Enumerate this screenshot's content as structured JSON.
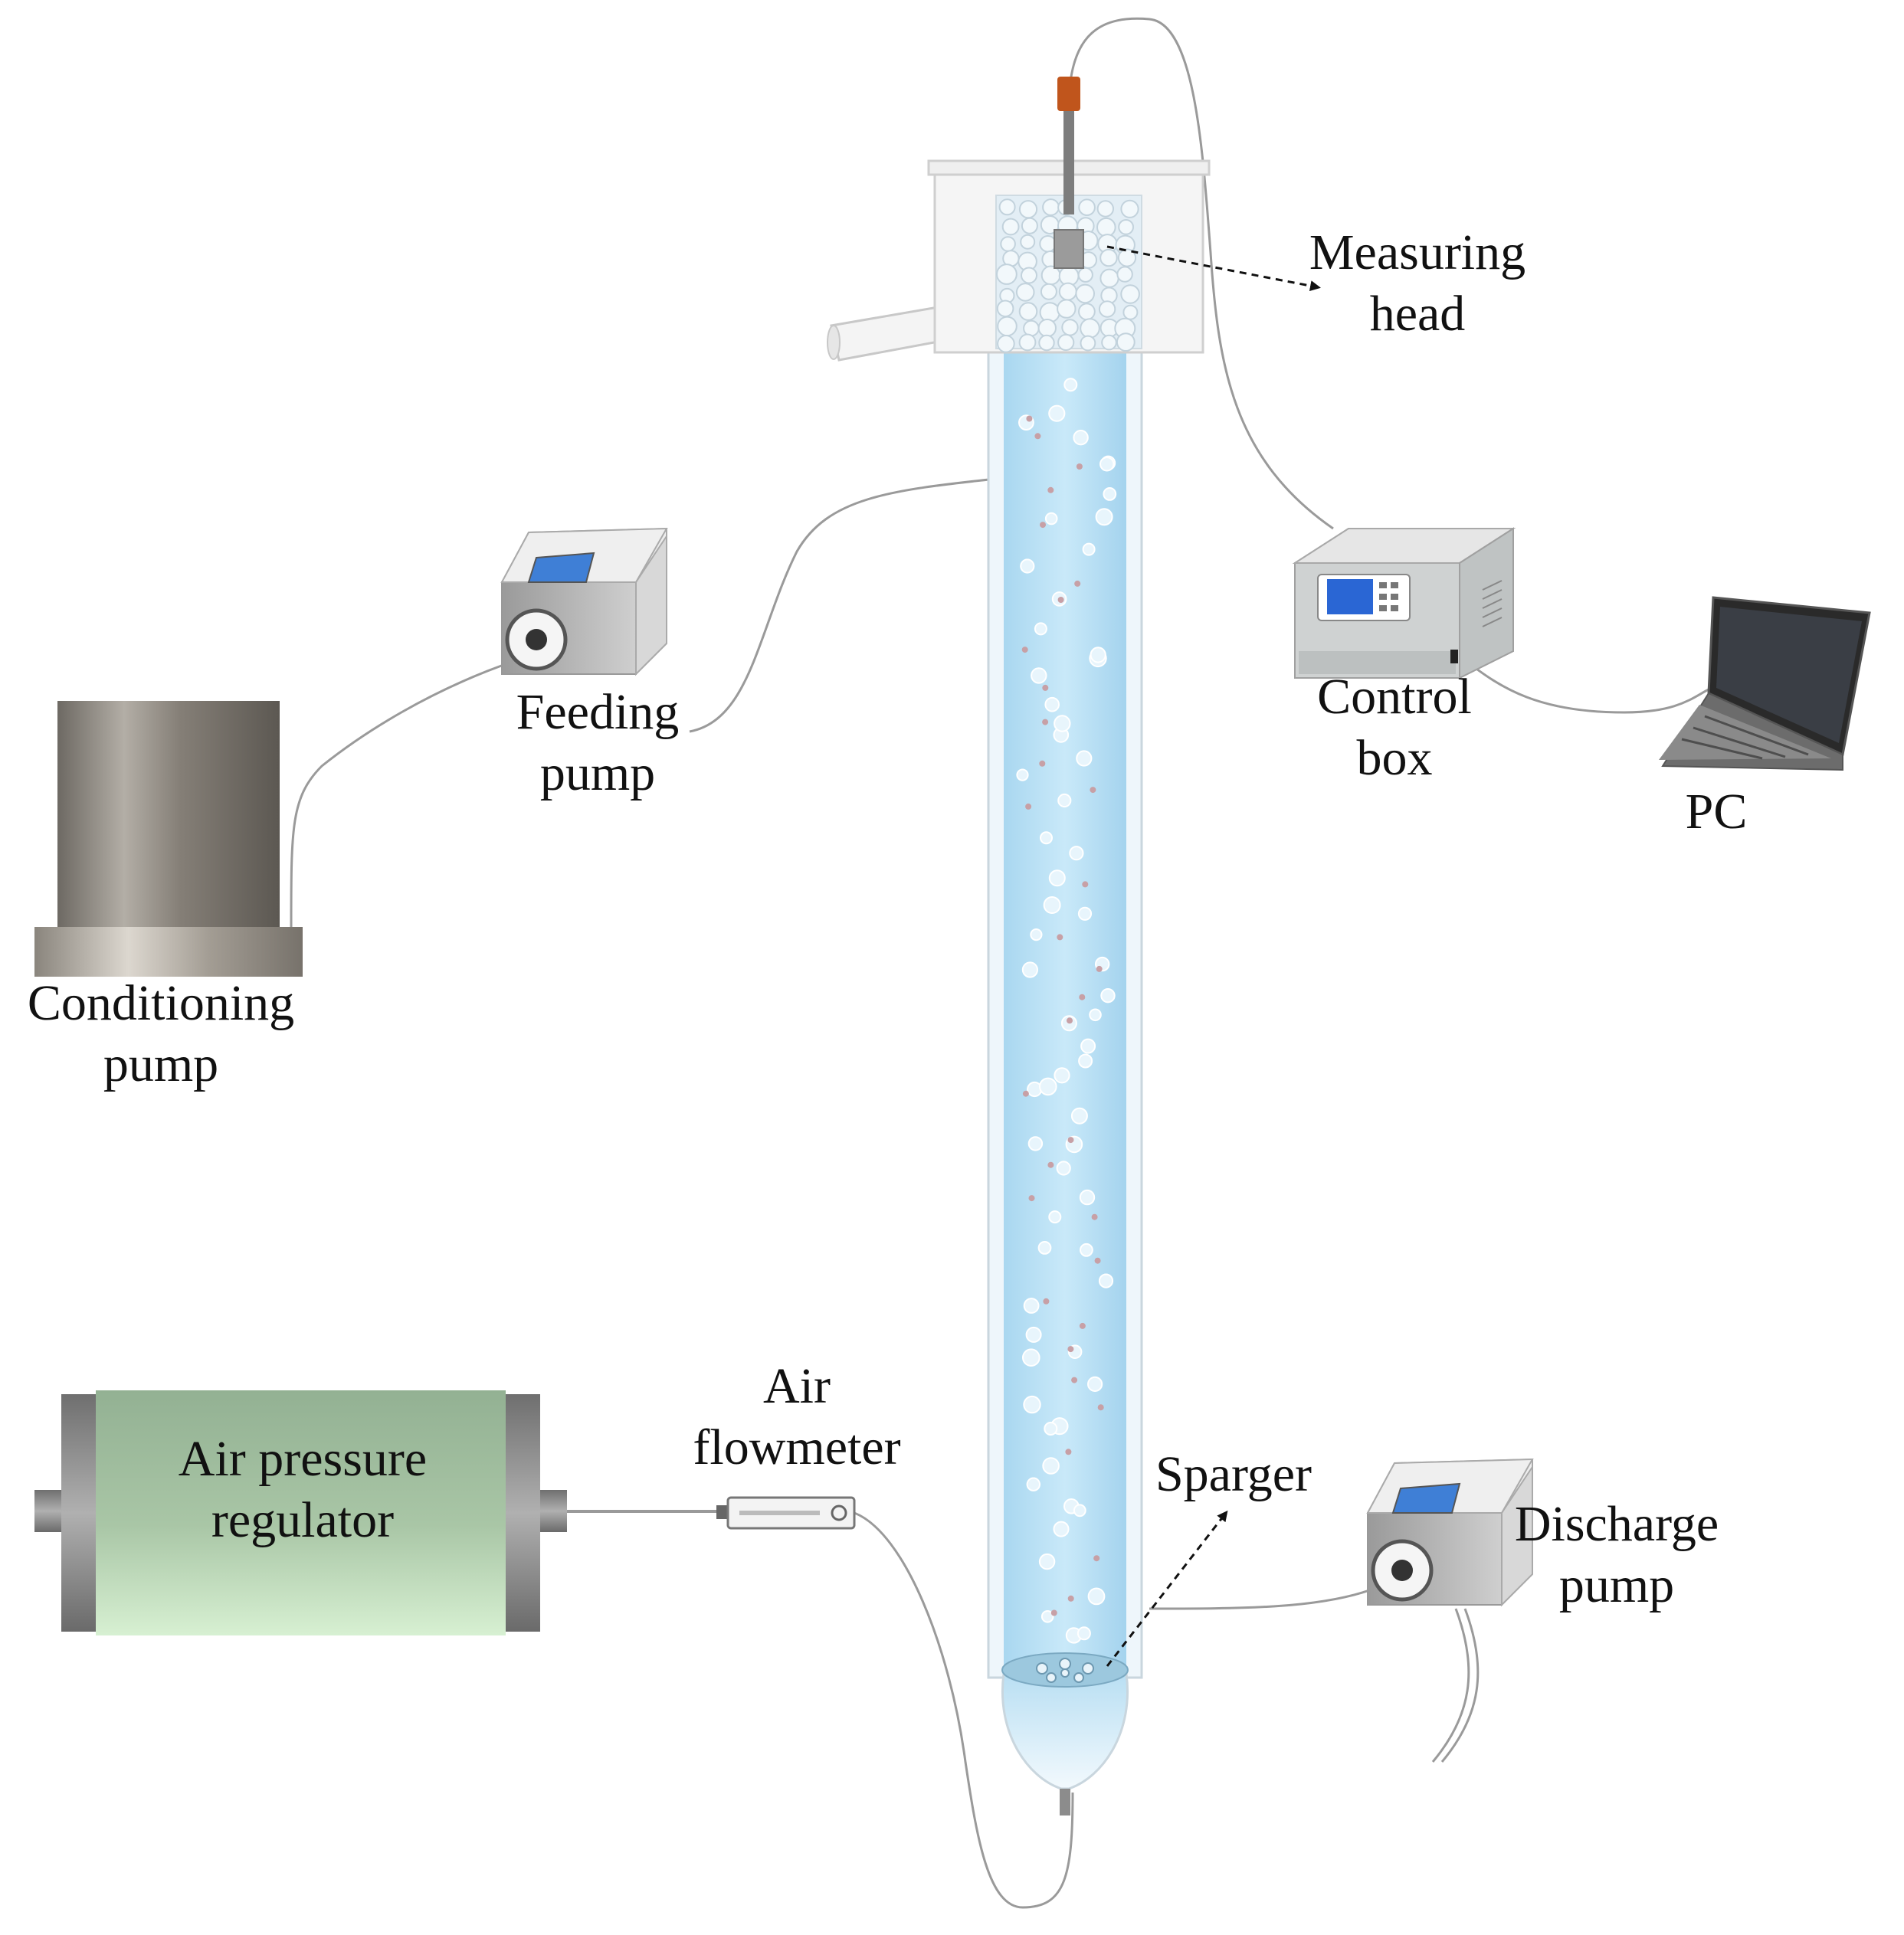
{
  "labels": {
    "measuring_head": [
      "Measuring",
      "head"
    ],
    "feeding_pump": [
      "Feeding",
      "pump"
    ],
    "control_box": [
      "Control",
      "box"
    ],
    "pc": "PC",
    "conditioning_pump": [
      "Conditioning",
      "pump"
    ],
    "air_pressure_regulator": [
      "Air pressure",
      "regulator"
    ],
    "air_flowmeter": [
      "Air",
      "flowmeter"
    ],
    "sparger": "Sparger",
    "discharge_pump": [
      "Discharge",
      "pump"
    ]
  },
  "colors": {
    "liquid": "#bfe3f6",
    "column_glass": "#eef6fb",
    "regulator_body": "#9fbf9f",
    "regulator_caps": "#8a8a8a",
    "conditioning_tank": "#8c8780",
    "pump_screen": "#3f7fd6",
    "particle": "#c7a0a6",
    "tubing": "#9a9a9a",
    "arrow": "#111111"
  }
}
